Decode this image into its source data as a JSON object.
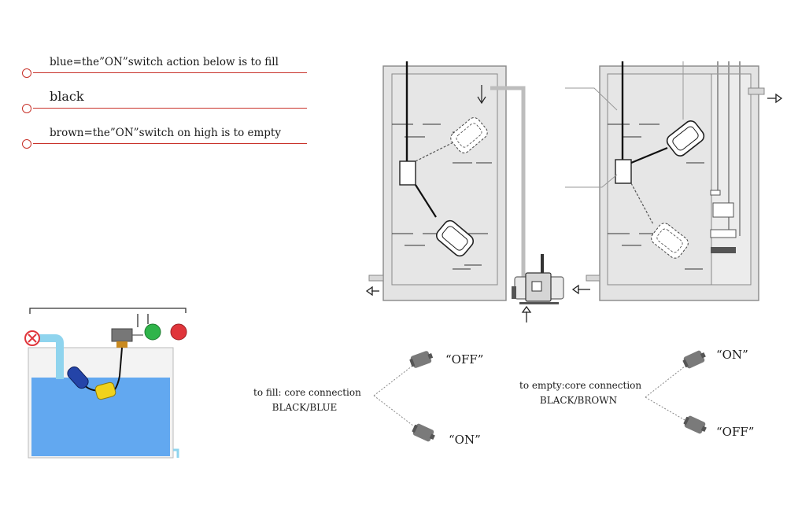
{
  "legend": {
    "blue": "blue=the”ON”switch action below is to fill",
    "black": "black",
    "brown": "brown=the”ON”switch on high is to empty"
  },
  "fill_mode": {
    "caption_line1": "to fill: core connection",
    "caption_line2": "BLACK/BLUE",
    "upper_state": "“OFF”",
    "lower_state": "“ON”"
  },
  "empty_mode": {
    "caption_line1": "to empty:core connection",
    "caption_line2": "BLACK/BROWN",
    "upper_state": "“ON”",
    "lower_state": "“OFF”"
  },
  "colors": {
    "legend_line": "#c8322a",
    "water": "#62a8f0",
    "pipe": "#8fd4ee",
    "indicator_green": "#2fb44a",
    "indicator_red": "#e0353b",
    "float_yellow": "#f0d21c",
    "float_blue": "#2444a8",
    "tank_panel": "#e2e2e2"
  }
}
